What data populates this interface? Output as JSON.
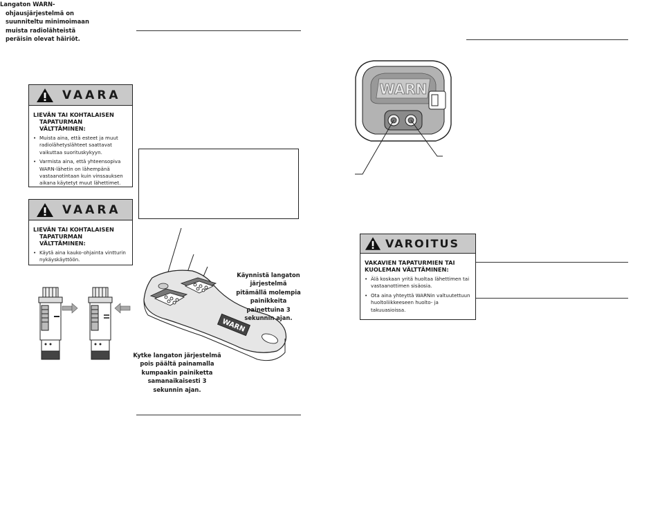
{
  "note": {
    "line1": "Langaton WARN-",
    "line2": "ohjausjärjestelmä on",
    "line3": "suunniteltu minimoimaan",
    "line4": "muista radiolähteistä",
    "line5": "peräisin olevat häiriöt."
  },
  "warning1": {
    "word": "VAARA",
    "subtitle1": "LIEVÄN TAI KOHTALAISEN",
    "subtitle2": "TAPATURMAN VÄLTTÄMINEN:",
    "bullets": [
      "Muista aina, että esteet ja muut radiolähetyslähteet saattavat vaikuttaa suorituskykyyn.",
      "Varmista aina, että yhteensopiva WARN-lähetin on lähempänä vastaanotintaan kuin vinssauksen aikana käytetyt muut lähettimet."
    ]
  },
  "warning2": {
    "word": "VAARA",
    "subtitle1": "LIEVÄN TAI KOHTALAISEN",
    "subtitle2": "TAPATURMAN VÄLTTÄMINEN:",
    "bullets": [
      "Käytä aina kauko-ohjainta vintturin nykäyskäyttöön."
    ]
  },
  "warning3": {
    "word": "VAROITUS",
    "subtitle1": "VAKAVIEN TAPATURMIEN TAI",
    "subtitle2": "KUOLEMAN VÄLTTÄMINEN:",
    "bullets": [
      "Älä koskaan yritä huoltaa lähettimen tai vastaanottimen sisäosia.",
      "Ota aina yhteyttä WARNin valtuutettuun huoltoliikkeeseen huolto- ja takuuasioissa."
    ]
  },
  "captions": {
    "start": [
      "Käynnistä langaton",
      "järjestelmä",
      "pitämällä molempia",
      "painikkeita",
      "painettuina 3",
      "sekunnin ajan."
    ],
    "stop": [
      "Kytke langaton järjestelmä",
      "pois päältä painamalla",
      "kumpaakin painiketta",
      "samanaikaisesti 3",
      "sekunnin ajan."
    ]
  },
  "logos": {
    "receiver": "WARN",
    "remote": "WARN"
  },
  "icons": [
    "warning-triangle-icon",
    "arrow-right-icon",
    "arrow-left-icon"
  ],
  "colors": {
    "warning_header": "#c9c9c9",
    "ink": "#1a1a1a"
  }
}
